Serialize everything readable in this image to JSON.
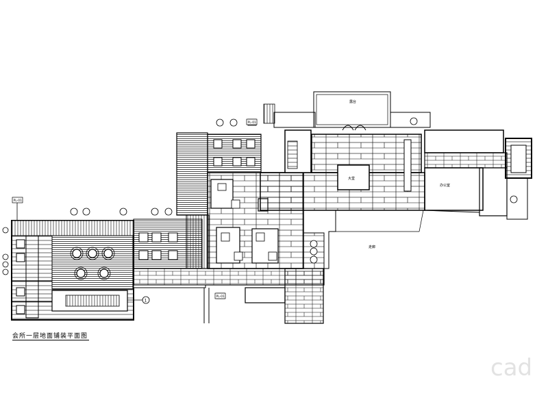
{
  "drawing": {
    "caption": "会所一层地面铺装平面图",
    "room_labels": {
      "hall": "大堂",
      "office": "办公室",
      "terrace": "露台",
      "corridor": "走廊"
    },
    "tags": [
      "PL-01",
      "PL-01",
      "PL-01"
    ],
    "grid_marker": "1"
  },
  "watermark": "cad"
}
